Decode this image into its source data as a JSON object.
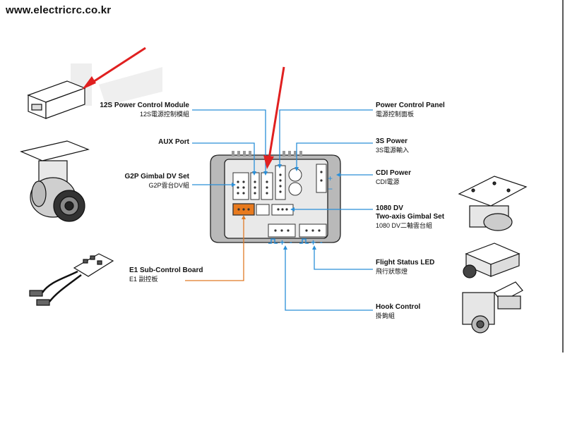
{
  "watermark": "www.electricrc.co.kr",
  "labels": {
    "power_module": {
      "en": "12S Power Control Module",
      "zh": "12S電源控制模組"
    },
    "aux_port": {
      "en": "AUX Port"
    },
    "g2p_gimbal": {
      "en": "G2P Gimbal DV Set",
      "zh": "G2P雲台DV組"
    },
    "e1_board": {
      "en": "E1 Sub-Control Board",
      "zh": "E1 副控板"
    },
    "power_panel": {
      "en": "Power Control Panel",
      "zh": "電源控制面板"
    },
    "power_3s": {
      "en": "3S Power",
      "zh": "3S電源輸入"
    },
    "cdi_power": {
      "en": "CDI Power",
      "zh": "CDI電源"
    },
    "dv_1080": {
      "en": "1080 DV",
      "en2": "Two-axis Gimbal Set",
      "zh": "1080 DV二軸雲台組"
    },
    "flight_led": {
      "en": "Flight Status LED",
      "zh": "飛行狀態燈"
    },
    "hook_control": {
      "en": "Hook Control",
      "zh": "掛鉤組"
    }
  },
  "colors": {
    "line": "#2a8fd8",
    "accent": "#e07b26",
    "arrow": "#e02020"
  }
}
